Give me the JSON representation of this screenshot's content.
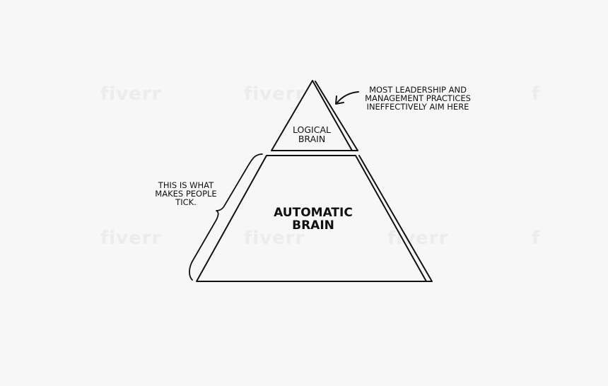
{
  "watermarks": [
    "fiverr",
    "fiverr",
    "f",
    "fiverr",
    "fiverr",
    "fiverr",
    "f"
  ],
  "pyramid": {
    "top_label": "LOGICAL\nBRAIN",
    "bottom_label": "AUTOMATIC\nBRAIN"
  },
  "annotations": {
    "top_note": "MOST LEADERSHIP AND\nMANAGEMENT PRACTICES\nINEFFECTIVELY AIM HERE",
    "left_note": "THIS IS WHAT\nMAKES PEOPLE\nTICK."
  },
  "colors": {
    "ink": "#111111",
    "background": "#f7f7f7",
    "watermark": "#ececec"
  }
}
